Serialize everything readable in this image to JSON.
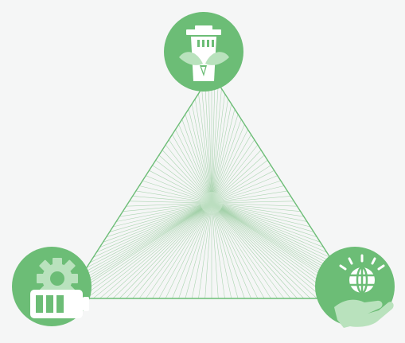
{
  "diagram": {
    "type": "triangle-cycle",
    "colors": {
      "background": "#f5f6f6",
      "circle_fill": "#6cbd76",
      "triangle_edge": "#6cbd76",
      "ray_stroke": "#9fcfa5",
      "center_glow": "#cfe8d2",
      "icon_white": "#ffffff",
      "icon_light_green": "#b9e2bd"
    },
    "nodes": [
      {
        "id": "top",
        "icon": "recycling-bin-leaves-icon"
      },
      {
        "id": "bottom-left",
        "icon": "battery-gear-icon"
      },
      {
        "id": "bottom-right",
        "icon": "globe-in-hand-icon"
      }
    ]
  }
}
